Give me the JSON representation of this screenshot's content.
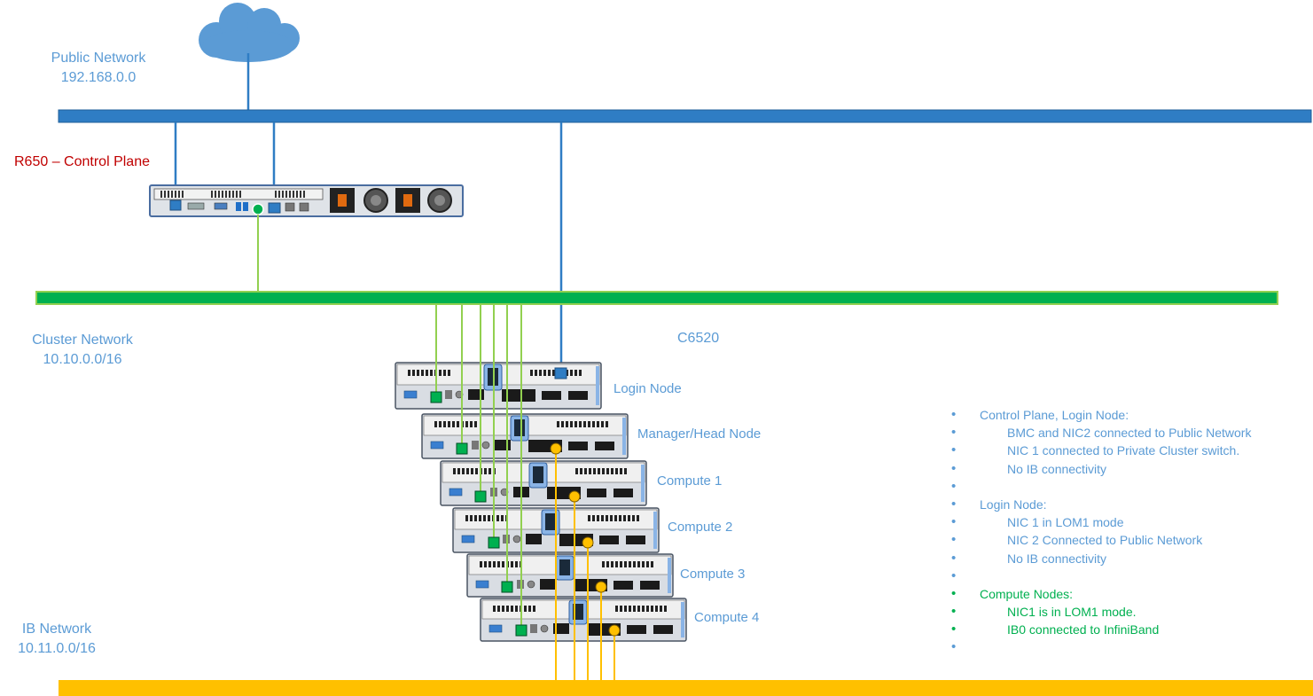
{
  "labels": {
    "public_network_name": "Public Network",
    "public_network_ip": "192.168.0.0",
    "control_plane": "R650 – Control Plane",
    "cluster_network_name": "Cluster Network",
    "cluster_network_ip": "10.10.0.0/16",
    "ib_network_name": "IB Network",
    "ib_network_ip": "10.11.0.0/16",
    "chassis": "C6520"
  },
  "nodes": [
    {
      "label": "Login Node"
    },
    {
      "label": "Manager/Head Node"
    },
    {
      "label": "Compute 1"
    },
    {
      "label": "Compute 2"
    },
    {
      "label": "Compute 3"
    },
    {
      "label": "Compute 4"
    }
  ],
  "notes": [
    {
      "text": "Control Plane, Login Node:",
      "indent": false,
      "color": "#5b9bd5"
    },
    {
      "text": "BMC and NIC2 connected to Public Network",
      "indent": true,
      "color": "#5b9bd5"
    },
    {
      "text": "NIC 1 connected to Private Cluster switch.",
      "indent": true,
      "color": "#5b9bd5"
    },
    {
      "text": "No IB connectivity",
      "indent": true,
      "color": "#5b9bd5"
    },
    {
      "text": "",
      "indent": false,
      "color": "#5b9bd5"
    },
    {
      "text": "Login Node:",
      "indent": false,
      "color": "#5b9bd5"
    },
    {
      "text": "NIC 1 in LOM1 mode",
      "indent": true,
      "color": "#5b9bd5"
    },
    {
      "text": "NIC 2 Connected to Public Network",
      "indent": true,
      "color": "#5b9bd5"
    },
    {
      "text": "No IB connectivity",
      "indent": true,
      "color": "#5b9bd5"
    },
    {
      "text": "",
      "indent": false,
      "color": "#5b9bd5"
    },
    {
      "text": "Compute Nodes:",
      "indent": false,
      "color": "#00b050"
    },
    {
      "text": "NIC1 is in LOM1 mode.",
      "indent": true,
      "color": "#00b050"
    },
    {
      "text": "IB0 connected to InfiniBand",
      "indent": true,
      "color": "#00b050"
    },
    {
      "text": "",
      "indent": false,
      "color": "#5b9bd5"
    }
  ],
  "colors": {
    "public": "#2f7dc4",
    "cluster": "#00b050",
    "ib": "#ffc000",
    "label_blue": "#5b9bd5",
    "label_red": "#c00000",
    "cloud": "#5b9bd5"
  }
}
